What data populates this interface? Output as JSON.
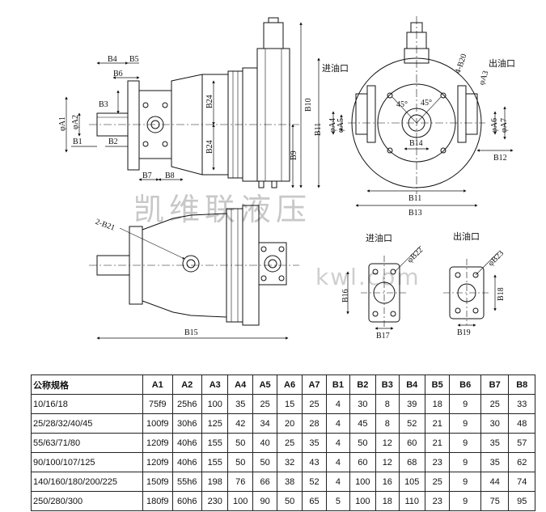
{
  "drawing": {
    "labels": {
      "B4": "B4",
      "B5": "B5",
      "B6": "B6",
      "B3": "B3",
      "A1": "φA1",
      "A2": "φA2",
      "B1": "B1",
      "B2": "B2",
      "B7": "B7",
      "B8": "B8",
      "B24a": "B24",
      "B24b": "B24",
      "B10": "B10",
      "B9": "B9",
      "B11r": "B11",
      "A4": "φA4",
      "A5": "φA5",
      "B14": "B14",
      "B11": "B11",
      "B13": "B13",
      "A6": "φA6",
      "A7": "φA7",
      "B12": "B12",
      "B20": "4-B20",
      "A3": "φA3",
      "ang1": "45°",
      "ang2": "45°",
      "B21": "2-B21",
      "B15": "B15",
      "B22": "φB22",
      "B23": "φB23",
      "B16": "B16",
      "B17": "B17",
      "B18": "B18",
      "B19": "B19"
    },
    "inlet_label": "进油口",
    "outlet_label": "出油口",
    "inlet_label_2": "进油口",
    "outlet_label_2": "出油口",
    "watermark_cn": "凯维联液压",
    "watermark_url": "kwl.com"
  },
  "table": {
    "headers": [
      "公称规格",
      "A1",
      "A2",
      "A3",
      "A4",
      "A5",
      "A6",
      "A7",
      "B1",
      "B2",
      "B3",
      "B4",
      "B5",
      "B6",
      "B7",
      "B8"
    ],
    "rows": [
      [
        "10/16/18",
        "75f9",
        "25h6",
        "100",
        "35",
        "25",
        "15",
        "25",
        "4",
        "30",
        "8",
        "39",
        "18",
        "9",
        "25",
        "33"
      ],
      [
        "25/28/32/40/45",
        "100f9",
        "30h6",
        "125",
        "42",
        "34",
        "20",
        "28",
        "4",
        "45",
        "8",
        "52",
        "21",
        "9",
        "30",
        "48"
      ],
      [
        "55/63/71/80",
        "120f9",
        "40h6",
        "155",
        "50",
        "40",
        "25",
        "35",
        "4",
        "50",
        "12",
        "60",
        "21",
        "9",
        "35",
        "57"
      ],
      [
        "90/100/107/125",
        "120f9",
        "40h6",
        "155",
        "50",
        "50",
        "32",
        "43",
        "4",
        "60",
        "12",
        "68",
        "23",
        "9",
        "35",
        "62"
      ],
      [
        "140/160/180/200/225",
        "150f9",
        "55h6",
        "198",
        "76",
        "66",
        "38",
        "52",
        "4",
        "100",
        "16",
        "105",
        "25",
        "9",
        "44",
        "74"
      ],
      [
        "250/280/300",
        "180f9",
        "60h6",
        "230",
        "100",
        "90",
        "50",
        "65",
        "5",
        "100",
        "18",
        "110",
        "23",
        "9",
        "75",
        "95"
      ]
    ]
  }
}
